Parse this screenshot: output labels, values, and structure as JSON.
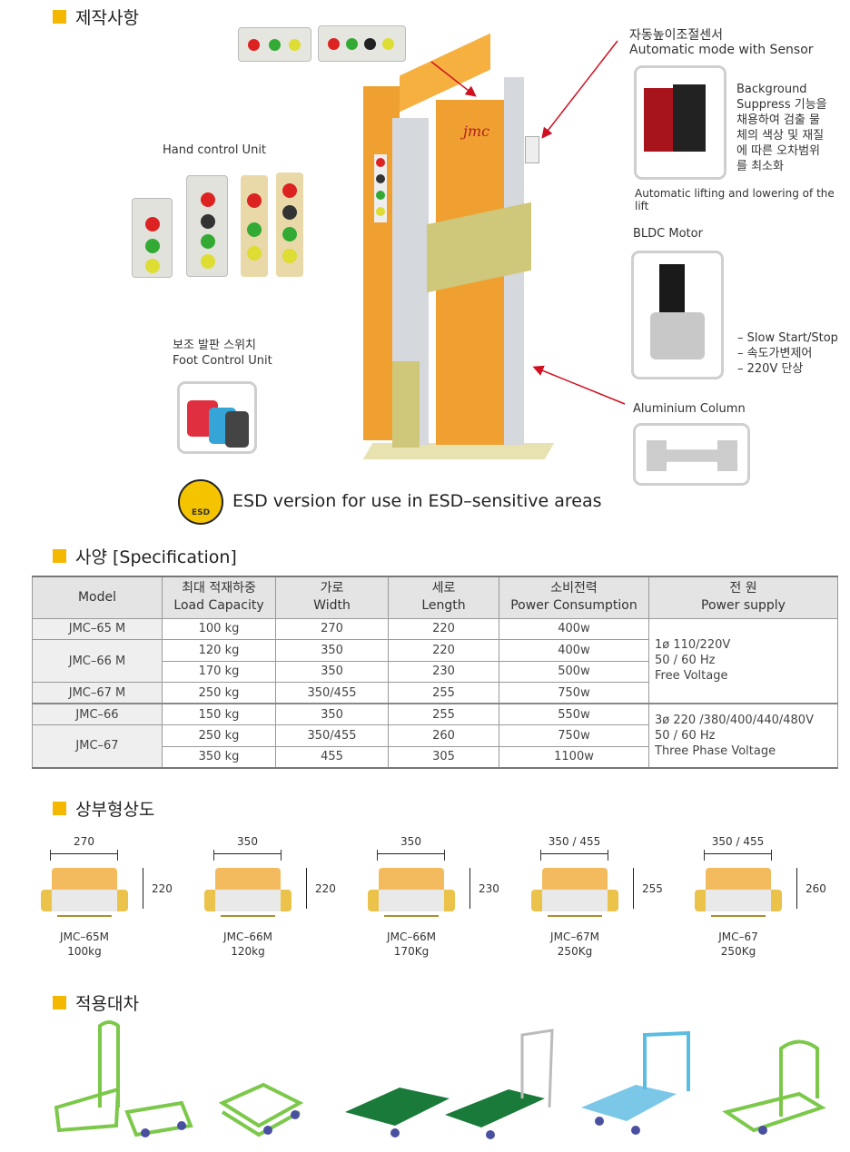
{
  "sections": {
    "production": "제작사항",
    "spec": "사양 [Specification]",
    "topview": "상부형상도",
    "carts": "적용대차"
  },
  "hand_control": {
    "label": "Hand control  Unit"
  },
  "foot_control": {
    "label_ko": "보조 발판 스위치",
    "label_en": "Foot Control Unit"
  },
  "sensor": {
    "title_ko": "자동높이조절센서",
    "title_en": "Automatic mode with  Sensor",
    "desc": [
      "Background",
      "Suppress 기능을",
      "채용하여 검출 물",
      "체의 색상 및 재질",
      "에 따른 오차범위",
      "를 최소화"
    ],
    "caption": "Automatic lifting and lowering of the lift"
  },
  "motor": {
    "title": "BLDC Motor",
    "features": [
      "– Slow Start/Stop",
      "– 속도가변제어",
      "– 220V 단상"
    ]
  },
  "column": {
    "title": "Aluminium Column"
  },
  "machine": {
    "logo": "jmc"
  },
  "esd": {
    "icon_text": "ESD",
    "text": "ESD version for use in ESD–sensitive areas"
  },
  "table": {
    "headers": [
      [
        "Model",
        ""
      ],
      [
        "최대 적재하중",
        "Load Capacity"
      ],
      [
        "가로",
        "Width"
      ],
      [
        "세로",
        "Length"
      ],
      [
        "소비전력",
        "Power Consumption"
      ],
      [
        "전 원",
        "Power supply"
      ]
    ],
    "rows": [
      {
        "model": "JMC–65 M",
        "load": "100 kg",
        "width": "270",
        "length": "220",
        "power": "400w"
      },
      {
        "model": "JMC–66 M",
        "load": "120 kg",
        "width": "350",
        "length": "220",
        "power": "400w"
      },
      {
        "load": "170 kg",
        "width": "350",
        "length": "230",
        "power": "500w"
      },
      {
        "model": "JMC–67 M",
        "load": "250 kg",
        "width": "350/455",
        "length": "255",
        "power": "750w"
      },
      {
        "model": "JMC–66",
        "load": "150 kg",
        "width": "350",
        "length": "255",
        "power": "550w"
      },
      {
        "model": "JMC–67",
        "load": "250 kg",
        "width": "350/455",
        "length": "260",
        "power": "750w"
      },
      {
        "load": "350 kg",
        "width": "455",
        "length": "305",
        "power": "1100w"
      }
    ],
    "supply1": [
      "1ø  110/220V",
      "50 / 60 Hz",
      "Free Voltage"
    ],
    "supply3": [
      "3ø  220 /380/400/440/480V",
      "50 / 60 Hz",
      "Three Phase Voltage"
    ]
  },
  "diagrams": [
    {
      "width": "270",
      "height": "220",
      "model": "JMC–65M",
      "load": "100kg"
    },
    {
      "width": "350",
      "height": "220",
      "model": "JMC–66M",
      "load": "120kg"
    },
    {
      "width": "350",
      "height": "230",
      "model": "JMC–66M",
      "load": "170Kg"
    },
    {
      "width": "350 / 455",
      "height": "255",
      "model": "JMC–67M",
      "load": "250Kg"
    },
    {
      "width": "350 / 455",
      "height": "260",
      "model": "JMC–67",
      "load": "250Kg"
    }
  ],
  "colors": {
    "accent": "#f5b800",
    "machine": "#f0a030",
    "arrow": "#d01020"
  }
}
